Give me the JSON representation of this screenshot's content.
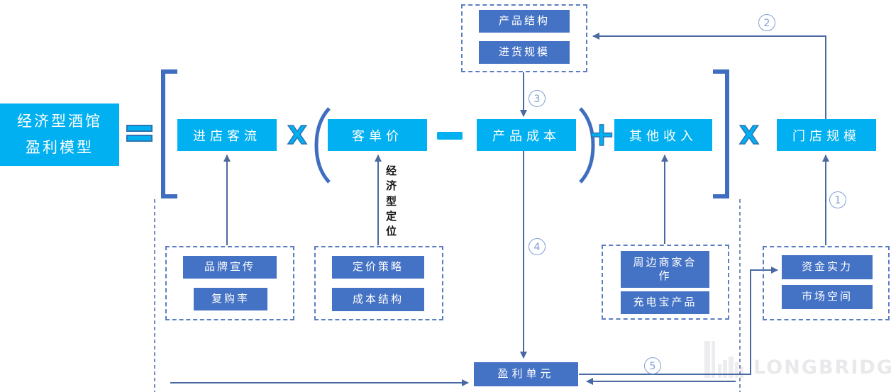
{
  "colors": {
    "cyan": "#00b0f0",
    "blue": "#4472c4",
    "wire": "#4a69a2",
    "bracket": "#3f6ec0",
    "operator_stroke": "#2e75b6",
    "circle": "#7f9fd4",
    "watermark": "#e9e9ec"
  },
  "title": {
    "line1": "经济型酒馆",
    "line2": "盈利模型"
  },
  "formula": {
    "traffic": "进店客流",
    "price": "客单价",
    "cost": "产品成本",
    "other_income": "其他收入",
    "store_scale": "门店规模",
    "equals": "=",
    "multiply_1": "X",
    "minus": "−",
    "plus": "+",
    "multiply_2": "X"
  },
  "drivers": {
    "product_structure": "产品结构",
    "purchase_scale": "进货规模",
    "brand_promotion": "品牌宣传",
    "repurchase_rate": "复购率",
    "pricing_strategy": "定价策略",
    "cost_structure": "成本结构",
    "merchant_coop": "周边商家合作",
    "powerbank": "充电宝产品",
    "capital": "资金实力",
    "market_space": "市场空间"
  },
  "profit_unit": "盈利单元",
  "positioning_note": "经济型定位",
  "steps": {
    "one": "1",
    "two": "2",
    "three": "3",
    "four": "4",
    "five": "5"
  },
  "watermark": "LONGBRIDGE"
}
